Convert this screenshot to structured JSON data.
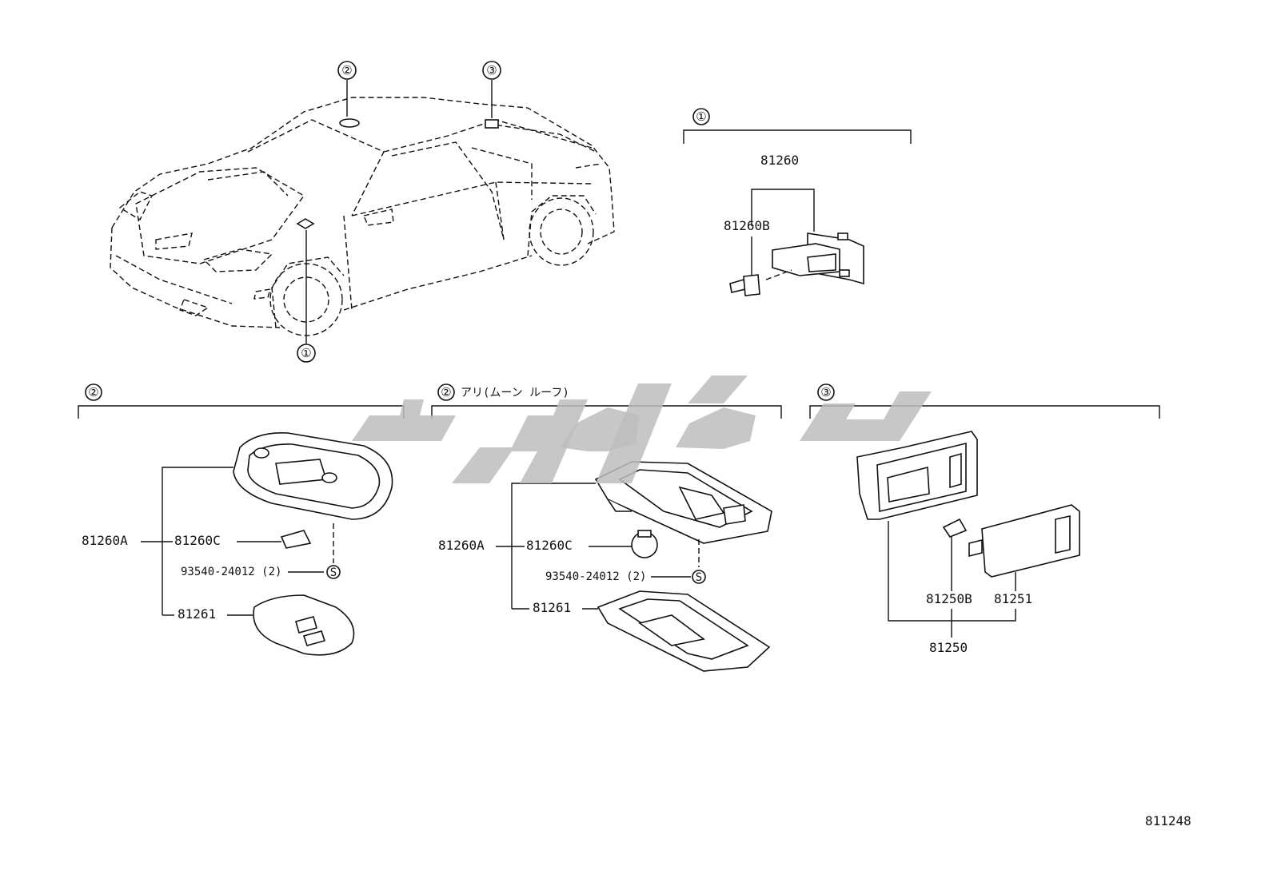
{
  "diagram_code": "811248",
  "marker_symbols": {
    "m1": "①",
    "m2": "②",
    "m3": "③"
  },
  "section_labels": {
    "s1": "①",
    "s2a": "②",
    "s2b": "②",
    "s2b_note": "アリ(ムーン ルーフ)",
    "s3": "③"
  },
  "parts": {
    "p81260": "81260",
    "p81260B": "81260B",
    "left_81260A": "81260A",
    "left_81260C": "81260C",
    "left_93540": "93540-24012 (2)",
    "left_81261": "81261",
    "mid_81260A": "81260A",
    "mid_81260C": "81260C",
    "mid_93540": "93540-24012 (2)",
    "mid_81261": "81261",
    "p81250B": "81250B",
    "p81251": "81251",
    "p81250": "81250"
  },
  "icons": {
    "screw": "S"
  },
  "watermark_shape": "logo-watermark"
}
